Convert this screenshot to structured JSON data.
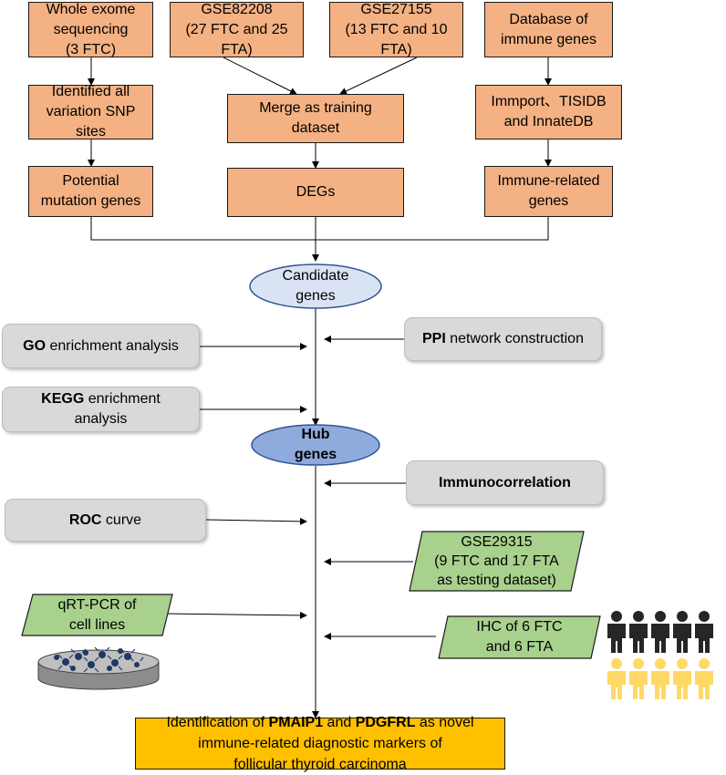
{
  "nodes": {
    "wes": [
      "Whole exome",
      "sequencing",
      "(3 FTC)"
    ],
    "gse82208": [
      "GSE82208",
      "(27 FTC and 25",
      "FTA)"
    ],
    "gse27155": [
      "GSE27155",
      "(13 FTC and 10",
      "FTA)"
    ],
    "immune_db": [
      "Database of",
      "immune genes"
    ],
    "snp": [
      "Identified all",
      "variation SNP",
      "sites"
    ],
    "merge": [
      "Merge as training",
      "dataset"
    ],
    "dbs": [
      "Immport、TISIDB",
      "and InnateDB"
    ],
    "mutation": [
      "Potential",
      "mutation genes"
    ],
    "degs": [
      "DEGs"
    ],
    "immune_related": [
      "Immune-related",
      "genes"
    ],
    "candidate": [
      "Candidate",
      "genes"
    ],
    "go": {
      "bold": "GO",
      "rest": " enrichment analysis"
    },
    "ppi": {
      "bold": "PPI",
      "rest": " network construction"
    },
    "kegg": {
      "bold": "KEGG",
      "rest": " enrichment",
      "line2": "analysis"
    },
    "hub": [
      "Hub",
      "genes"
    ],
    "immunocorrelation": "Immunocorrelation",
    "roc": {
      "bold": "ROC",
      "rest": " curve"
    },
    "gse29315": [
      "GSE29315",
      "(9 FTC and 17 FTA",
      "as testing dataset)"
    ],
    "qrtpcr": [
      "qRT-PCR of",
      "cell lines"
    ],
    "ihc": [
      "IHC of  6 FTC",
      "and 6 FTA"
    ],
    "final": {
      "line1_pre": "Identification of ",
      "gene1": "PMAIP1",
      "line1_mid": " and ",
      "gene2": "PDGFRL",
      "line1_post": " as novel",
      "line2": "immune-related diagnostic markers of",
      "line3": "follicular thyroid carcinoma"
    }
  },
  "colors": {
    "orange_box": "#f4b183",
    "gray_box": "#d9d9d9",
    "green_box": "#a9d18e",
    "gold_box": "#ffc000",
    "candidate_oval": "#dae3f3",
    "hub_oval": "#8faadc",
    "dish": "#a6a6a6",
    "cells": "#1f3864",
    "people_dark": "#262626",
    "people_light": "#ffd966"
  },
  "icons": {
    "petri_dish": "petri-dish-icon",
    "people": "people-group-icon"
  }
}
